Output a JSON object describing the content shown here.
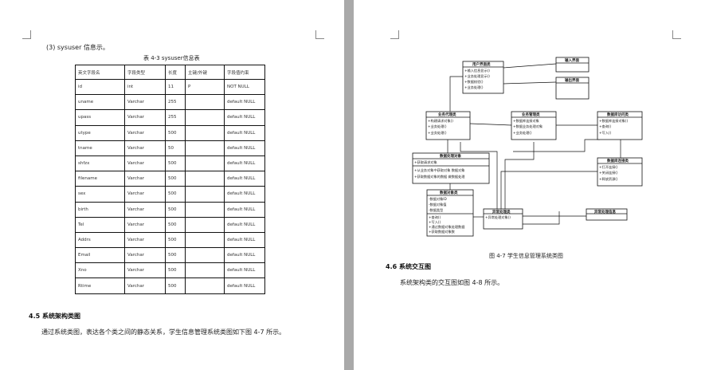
{
  "left": {
    "section_label": "(3) sysuser 信息示。",
    "table_caption": "表 4-3 sysuser信息表",
    "headers": [
      "英文字段名",
      "字段类型",
      "长度",
      "主键/外键",
      "字段值约束"
    ],
    "rows": [
      [
        "id",
        "int",
        "11",
        "P",
        "NOT NULL"
      ],
      [
        "uname",
        "Varchar",
        "255",
        "",
        "default NULL"
      ],
      [
        "upass",
        "Varchar",
        "255",
        "",
        "default NULL"
      ],
      [
        "utype",
        "Varchar",
        "500",
        "",
        "default NULL"
      ],
      [
        "tname",
        "Varchar",
        "50",
        "",
        "default NULL"
      ],
      [
        "shfzx",
        "Varchar",
        "500",
        "",
        "default NULL"
      ],
      [
        "filename",
        "Varchar",
        "500",
        "",
        "default NULL"
      ],
      [
        "sex",
        "Varchar",
        "500",
        "",
        "default NULL"
      ],
      [
        "birth",
        "Varchar",
        "500",
        "",
        "default NULL"
      ],
      [
        "Tel",
        "Varchar",
        "500",
        "",
        "default NULL"
      ],
      [
        "Addrs",
        "Varchar",
        "500",
        "",
        "default NULL"
      ],
      [
        "Email",
        "Varchar",
        "500",
        "",
        "default NULL"
      ],
      [
        "Xno",
        "Varchar",
        "500",
        "",
        "default NULL"
      ],
      [
        "Rtime",
        "Varchar",
        "500",
        "",
        "default NULL"
      ]
    ],
    "section_heading": "4.5 系统架构类图",
    "paragraph": "通过系统类图，表达各个类之间的静态关系，学生信息管理系统类图如下图 4-7 所示。"
  },
  "right": {
    "figure_caption": "图 4-7 学生信息管理系统类图",
    "section_heading": "4.6 系统交互图",
    "paragraph": "系统架构类的交互图如图 4-8 所示。",
    "uml": {
      "user_interface": {
        "title": "用户界面类",
        "items": [
          "+输入信息显示()",
          "+业务处理显示()",
          "+数据校验()",
          "+业务处理()"
        ]
      },
      "input_interface": {
        "title": "输入界面"
      },
      "output_interface": {
        "title": "输出界面"
      },
      "business_proxy": {
        "title": "业务代理类",
        "items": [
          "+构建请求对象()",
          "+业务处理()",
          "+业务处理()"
        ]
      },
      "business_manager": {
        "title": "业务管理类",
        "items": [
          "+数据库连接对象",
          "+数据业务处理对象",
          "+业务处理()"
        ]
      },
      "db_access": {
        "title": "数据库访问类",
        "items": [
          "+数据库连接对象()",
          "+查询()",
          "+写入()"
        ]
      },
      "db_connection": {
        "title": "数据库连接类",
        "items": [
          "+打开连接()",
          "+关闭连接()",
          "+释放资源()"
        ]
      },
      "request_handler": {
        "title": "数据处理对象",
        "items": [
          "+获取请求对象",
          "+从业务对象中获取对象 数据对象",
          "+获取数据对象的数据 做数据处理"
        ]
      },
      "data_object": {
        "title": "数据对象类",
        "items": [
          "-数据对象ID",
          "-数据对象值",
          "-数据类型",
          "+查询()",
          "+写入()",
          "+通过数据对象处理数据",
          "+获取数据对象数"
        ]
      },
      "exception_handler": {
        "title": "异常处理类",
        "items": [
          "+异常处理对象()"
        ]
      },
      "exception_info": {
        "title": "异常处理信息"
      }
    }
  }
}
